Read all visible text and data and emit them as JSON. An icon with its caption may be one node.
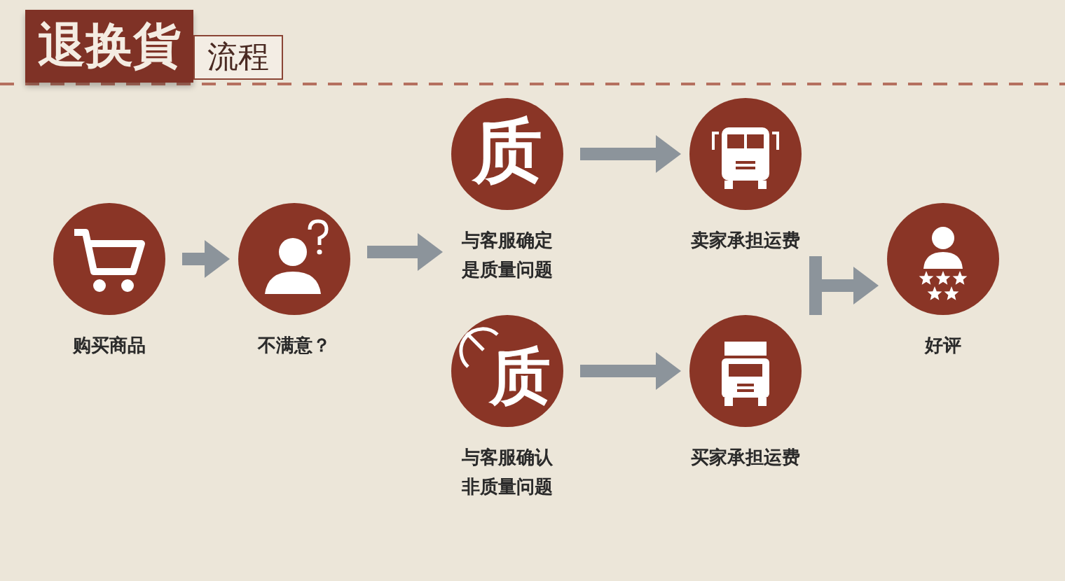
{
  "diagram": {
    "title": "退换貨",
    "nodes": [
      {
        "text": [
          "购买商品"
        ]
      },
      {
        "text": [
          "不满意？"
        ]
      },
      {
        "text": [
          "质",
          "与客服确定是质量问题"
        ]
      },
      {
        "text": [
          "卖家承担运费"
        ]
      },
      {
        "text": [
          "质",
          "与客服确认非质量问题"
        ]
      },
      {
        "text": [
          "买家承担运费"
        ]
      },
      {
        "text": [
          "好评"
        ]
      }
    ],
    "edges": [
      {
        "from": 0,
        "to": 1,
        "arrow": "to"
      },
      {
        "from": 1,
        "to": 2,
        "arrow": "to"
      },
      {
        "from": 1,
        "to": 4,
        "arrow": "to"
      },
      {
        "from": 2,
        "to": 3,
        "arrow": "to"
      },
      {
        "from": 4,
        "to": 5,
        "arrow": "to"
      },
      {
        "from": 3,
        "to": 6,
        "arrow": "to"
      },
      {
        "from": 5,
        "to": 6,
        "arrow": "to"
      }
    ],
    "labels": [
      "流程"
    ]
  }
}
